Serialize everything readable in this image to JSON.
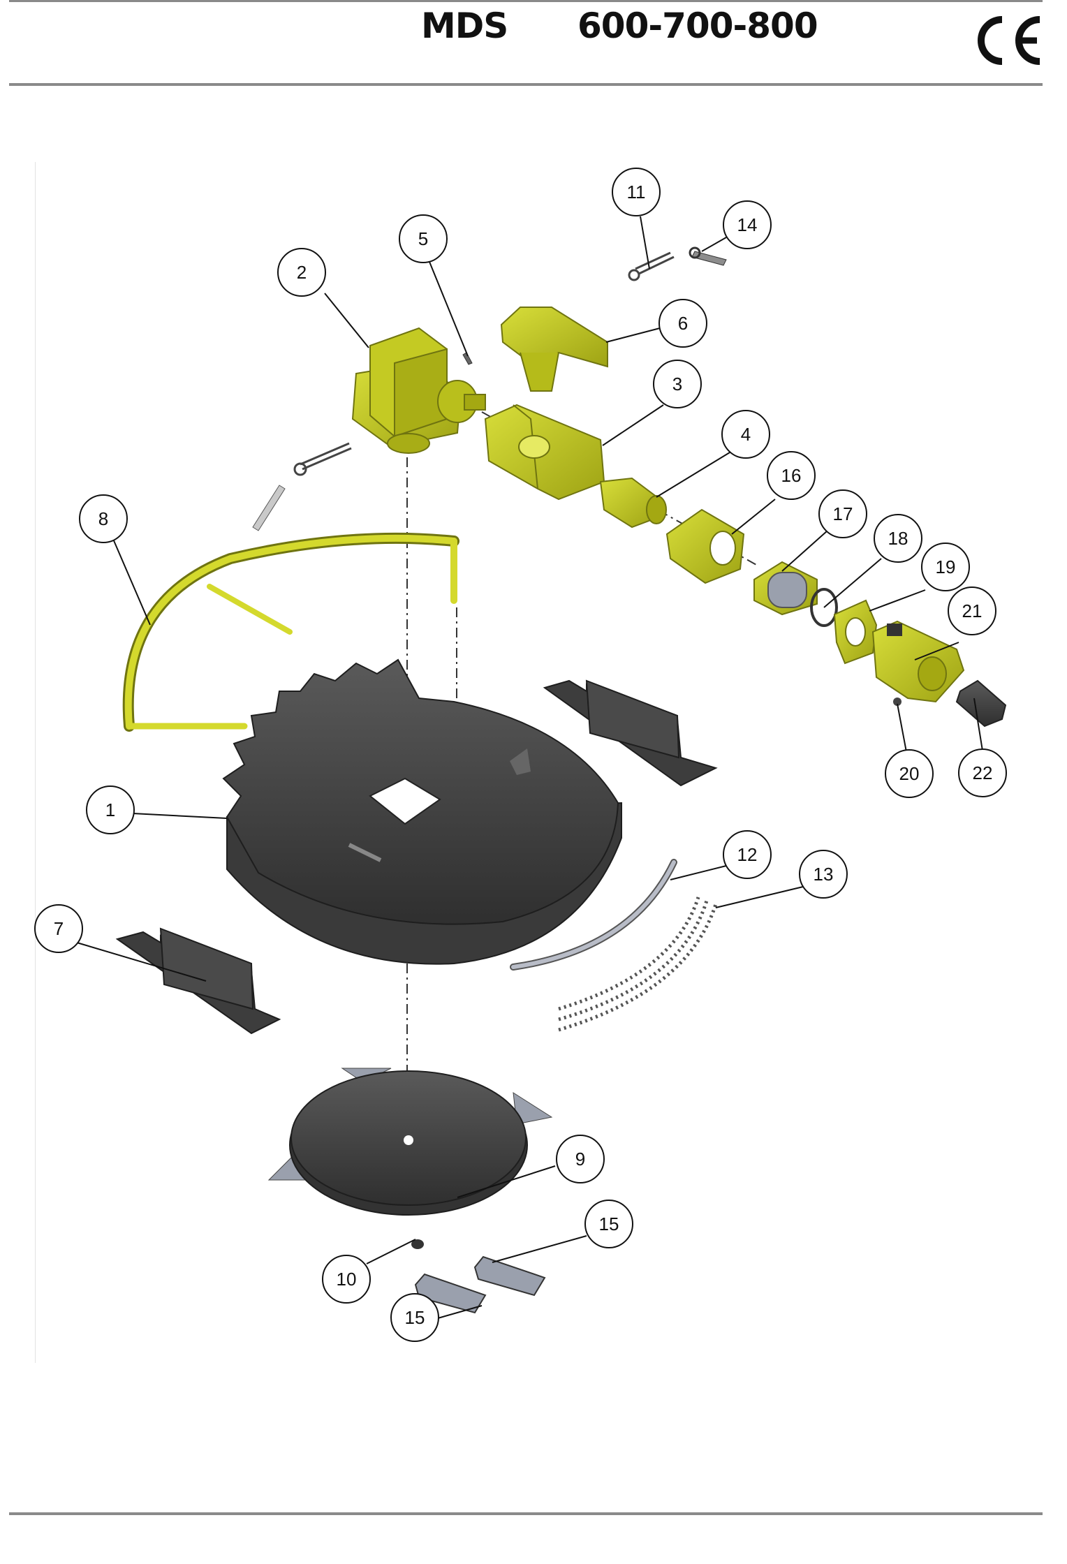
{
  "header": {
    "model": "MDS",
    "sizes": "600-700-800",
    "mark": "CE"
  },
  "callouts": [
    "1",
    "2",
    "3",
    "4",
    "5",
    "6",
    "7",
    "8",
    "9",
    "10",
    "11",
    "12",
    "13",
    "14",
    "15",
    "15",
    "16",
    "17",
    "18",
    "19",
    "20",
    "21",
    "22"
  ],
  "colors": {
    "part_yellow": "#c9cf1f",
    "part_yellow_dark": "#8f9410",
    "part_grey": "#4d4d4d",
    "part_grey_dark": "#2c2c2c",
    "part_light": "#9aa0ad",
    "rule": "#8a8a8a"
  }
}
